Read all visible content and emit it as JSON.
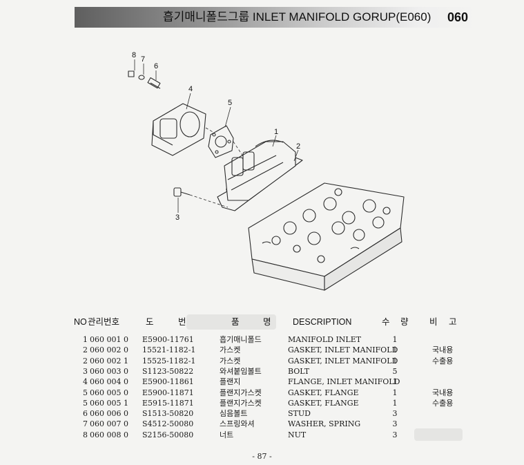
{
  "header": {
    "title": "흡기매니폴드그룹 INLET MANIFOLD GORUP(E060)",
    "code": "060"
  },
  "diagram": {
    "callouts": [
      "1",
      "2",
      "3",
      "4",
      "5",
      "6",
      "7",
      "8"
    ]
  },
  "table": {
    "headers": {
      "no": "NO",
      "mgmt": "관리번호",
      "drawing_1": "도",
      "drawing_2": "번",
      "name_1": "품",
      "name_2": "명",
      "description": "DESCRIPTION",
      "qty_1": "수",
      "qty_2": "량",
      "remark_1": "비",
      "remark_2": "고"
    },
    "rows": [
      {
        "no": "1",
        "mgmt": "060 001 0",
        "drawing": "E5900-11761",
        "name": "흡기매니폴드",
        "description": "MANIFOLD INLET",
        "qty": "1",
        "remark": ""
      },
      {
        "no": "2",
        "mgmt": "060 002 0",
        "drawing": "15521-1182-1",
        "name": "가스켓",
        "description": "GASKET, INLET MANIFOLD",
        "qty": "1",
        "remark": "국내용"
      },
      {
        "no": "2",
        "mgmt": "060 002 1",
        "drawing": "15525-1182-1",
        "name": "가스켓",
        "description": "GASKET, INLET MANIFOLD",
        "qty": "1",
        "remark": "수출용"
      },
      {
        "no": "3",
        "mgmt": "060 003 0",
        "drawing": "S1123-50822",
        "name": "와셔붙임볼트",
        "description": "BOLT",
        "qty": "5",
        "remark": ""
      },
      {
        "no": "4",
        "mgmt": "060 004 0",
        "drawing": "E5900-11861",
        "name": "플랜지",
        "description": "FLANGE, INLET MANIFOLD",
        "qty": "1",
        "remark": ""
      },
      {
        "no": "5",
        "mgmt": "060 005 0",
        "drawing": "E5900-11871",
        "name": "플랜지가스켓",
        "description": "GASKET, FLANGE",
        "qty": "1",
        "remark": "국내용"
      },
      {
        "no": "5",
        "mgmt": "060 005 1",
        "drawing": "E5915-11871",
        "name": "플랜지가스켓",
        "description": "GASKET, FLANGE",
        "qty": "1",
        "remark": "수출용"
      },
      {
        "no": "6",
        "mgmt": "060 006 0",
        "drawing": "S1513-50820",
        "name": "심음볼트",
        "description": "STUD",
        "qty": "3",
        "remark": ""
      },
      {
        "no": "7",
        "mgmt": "060 007 0",
        "drawing": "S4512-50080",
        "name": "스프링와셔",
        "description": "WASHER, SPRING",
        "qty": "3",
        "remark": ""
      },
      {
        "no": "8",
        "mgmt": "060 008 0",
        "drawing": "S2156-50080",
        "name": "너트",
        "description": "NUT",
        "qty": "3",
        "remark": ""
      }
    ]
  },
  "page_number": "- 87 -"
}
